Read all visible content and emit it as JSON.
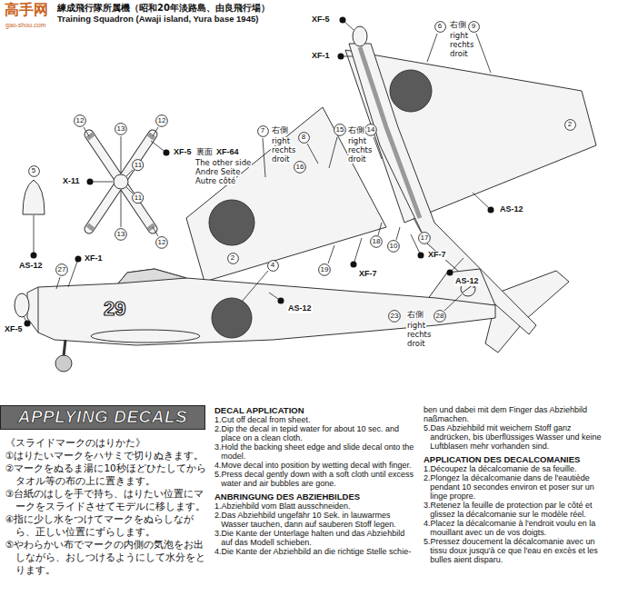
{
  "diagram": {
    "nodes": [
      {
        "text": [
          "APPLYING DECALS"
        ]
      },
      {
        "text": [
          "6"
        ]
      },
      {
        "text": [
          "9"
        ]
      },
      {
        "text": [
          "2"
        ]
      },
      {
        "text": [
          "12"
        ]
      },
      {
        "text": [
          "13"
        ]
      },
      {
        "text": [
          "12"
        ]
      },
      {
        "text": [
          "11"
        ]
      },
      {
        "text": [
          "11"
        ]
      },
      {
        "text": [
          "13"
        ]
      },
      {
        "text": [
          "12"
        ]
      },
      {
        "text": [
          "7"
        ]
      },
      {
        "text": [
          "8"
        ]
      },
      {
        "text": [
          "15"
        ]
      },
      {
        "text": [
          "14"
        ]
      },
      {
        "text": [
          "16"
        ]
      },
      {
        "text": [
          "17"
        ]
      },
      {
        "text": [
          "18"
        ]
      },
      {
        "text": [
          "10"
        ]
      },
      {
        "text": [
          "19"
        ]
      },
      {
        "text": [
          "2"
        ]
      },
      {
        "text": [
          "5"
        ]
      },
      {
        "text": [
          "27"
        ]
      },
      {
        "text": [
          "4"
        ]
      },
      {
        "text": [
          "23"
        ]
      },
      {
        "text": [
          "28"
        ]
      }
    ],
    "labels": [
      "高手网",
      "gao-shou.com",
      "練成飛行隊所属機（昭和20年淡路島、由良飛行場）",
      "Training Squadron (Awaji island, Yura base 1945)",
      "XF-5",
      "XF-1",
      "右側",
      "right",
      "rechts",
      "droit",
      "XF-5",
      "裏面",
      "XF-64",
      "The other side",
      "Andre Seite",
      "Autre côté",
      "X-11",
      "右側",
      "right",
      "rechts",
      "droit",
      "右側",
      "right",
      "rechts",
      "droit",
      "AS-12",
      "AS-12",
      "XF-7",
      "XF-7",
      "AS-12",
      "XF-1",
      "XF-5",
      "29",
      "AS-12",
      "右側",
      "right",
      "rechts",
      "droit",
      "《スライドマークのはりかた》",
      "①はりたいマークをハサミで切りぬきます。",
      "②マークをぬるま湯に10秒ほどひたしてからタオル等の布の上に置きます。",
      "③台紙のはしを手で持ち、はりたい位置にマークをスライドさせてモデルに移します。",
      "④指に少し水をつけてマークをぬらしながら、正しい位置にずらします。",
      "⑤やわらかい布でマークの内側の気泡をお出しながら、おしつけるようにして水分をとります。",
      "DECAL APPLICATION",
      "1.Cut off decal from sheet.",
      "2.Dip the decal in tepid water for about 10 sec. and place on a clean cloth.",
      "3.Hold the backing sheet edge and slide decal onto the model.",
      "4.Move decal into position by wetting decal with finger.",
      "5.Press decal gently down with a soft cloth until excess water and air bubbles are gone.",
      "ANBRINGUNG DES ABZIEHBILDES",
      "1.Abziehbild vom Blatt ausschneiden.",
      "2.Das Abziehbild ungefähr 10 Sek. in lauwarmes Wasser tauchen, dann auf sauberen Stoff legen.",
      "3.Die Kante der Unterlage halten und das Abziehbild auf das Modell schieben.",
      "4.Die Kante der Abziehbild an die richtige Stelle schie-",
      "ben und dabei mit dem Finger das Abziehbild naßmachen.",
      "5.Das Abziehbild mit weichem Stoff ganz andrücken, bis überflüssiges Wasser und keine Luftblasen mehr vorhanden sind.",
      "APPLICATION DES DECALCOMANIES",
      "1.Découpez la décalcomanie de sa feuille.",
      "2.Plongez la décalcomanie dans de l'eautiède pendant 10 secondes environ et poser sur un linge propre.",
      "3.Retenez la feuille de protection par le côté et glissez la décalcomanie sur le modèle réel.",
      "4.Placez la décalcomanie à l'endroit voulu en la mouillant avec un de vos doigts.",
      "5.Pressez doucement la décalcomanie avec un tissu doux jusqu'à ce que l'eau en excès et les bulles aient disparu."
    ]
  }
}
